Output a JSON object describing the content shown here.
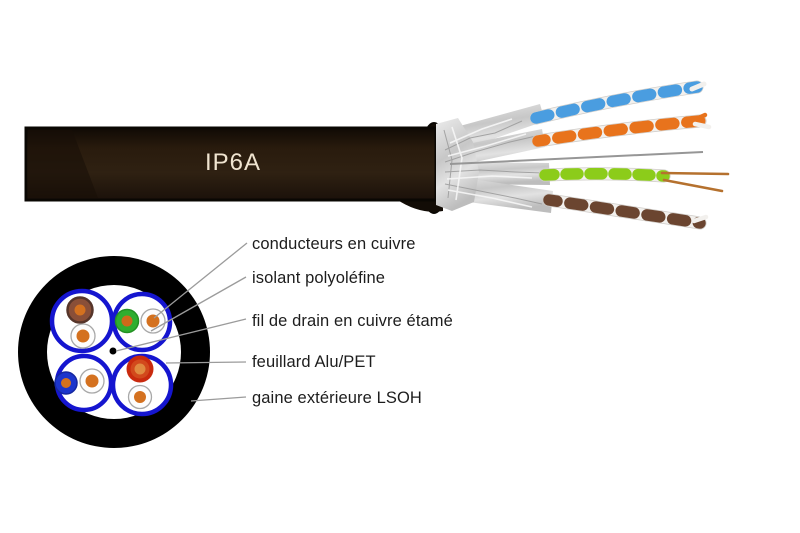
{
  "diagram": {
    "type": "cable-construction-diagram",
    "cable_name": "IP6A",
    "callouts": [
      {
        "id": "conductors",
        "label": "conducteurs en cuivre"
      },
      {
        "id": "insulation",
        "label": "isolant polyoléfine"
      },
      {
        "id": "drain-wire",
        "label": "fil de drain en cuivre étamé"
      },
      {
        "id": "foil-tape",
        "label": "feuillard Alu/PET"
      },
      {
        "id": "outer-sheath",
        "label": "gaine extérieure LSOH"
      }
    ],
    "twisted_pairs": [
      "blue",
      "orange",
      "green",
      "brown"
    ],
    "colors": {
      "jacket": "#2a1c0e",
      "jacket_edge": "#0a0703",
      "cable_name_text": "#f0e4d0",
      "label_text": "#1d1d1d",
      "leader_line": "#9b9b9b",
      "foil_silver": "#d9d9d9",
      "drain_wire_gray": "#969696",
      "pair_blue": "#4a9de0",
      "pair_orange": "#e8731c",
      "pair_green": "#8ccc1a",
      "pair_brown": "#6b4530",
      "strand_white": "#f2f0ed",
      "bare_copper": "#b5712e",
      "copper_core": "#d4711f",
      "pair_foil_ring_blue": "#1515cf",
      "cross_section_black": "#000000",
      "conductor_brown": "#8a4f38",
      "conductor_green": "#2fae2f",
      "conductor_blue": "#1c35cc",
      "conductor_red": "#c92a0e"
    }
  }
}
